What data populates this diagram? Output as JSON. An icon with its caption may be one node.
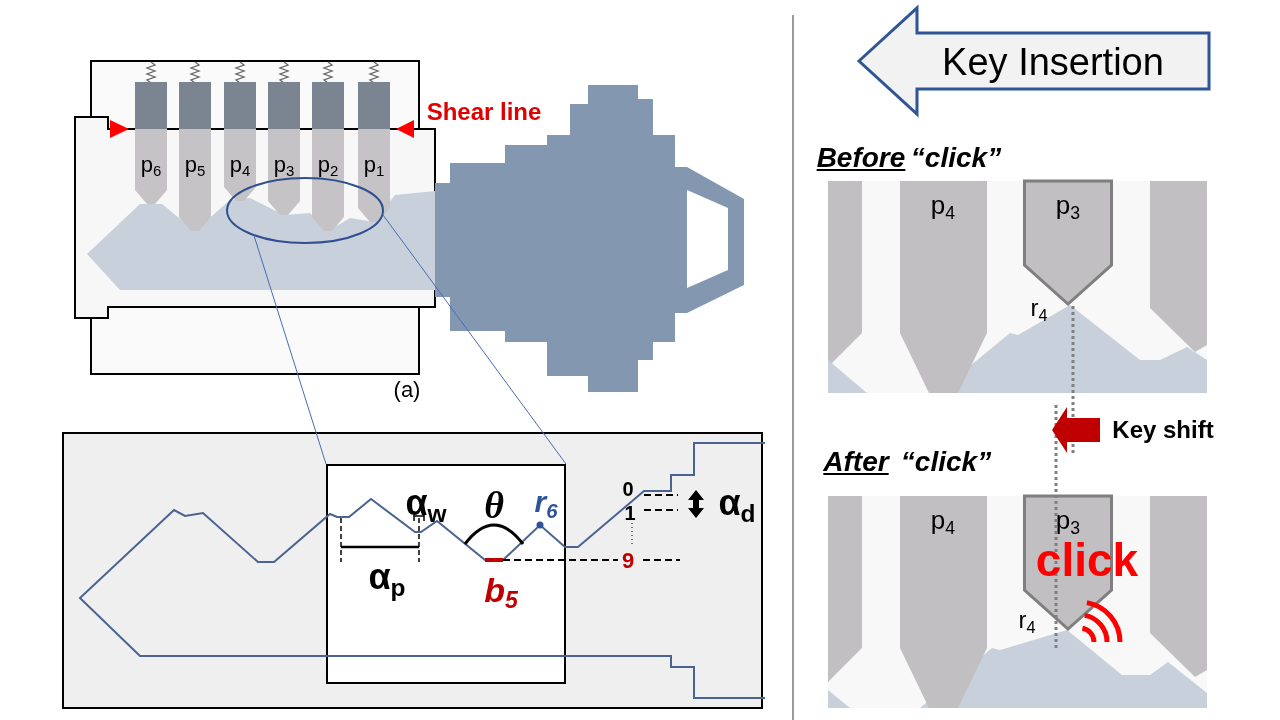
{
  "diagram": {
    "nodes": [
      {
        "text": [
          "p$_{6}$"
        ]
      },
      {
        "text": [
          "p$_{5}$"
        ]
      },
      {
        "text": [
          "p$_{4}$"
        ]
      },
      {
        "text": [
          "p$_{3}$"
        ]
      },
      {
        "text": [
          "p$_{2}$"
        ]
      },
      {
        "text": [
          "p$_{1}$"
        ]
      },
      {
        "text": [],
        "shape": "ellipse"
      },
      {
        "text": [],
        "shape": "box"
      },
      {
        "text": [
          "Key Insertion"
        ]
      },
      {
        "text": [
          "p$_{4}$"
        ]
      },
      {
        "text": [
          "p$_{3}$"
        ]
      },
      {
        "text": [
          "p$_{4}$"
        ]
      },
      {
        "text": [
          "p$_{3}$"
        ]
      }
    ],
    "edges": [
      {
        "from": 6,
        "to": 7,
        "arrow": "none"
      },
      {
        "from": 6,
        "to": 7,
        "arrow": "none"
      }
    ],
    "labels": [
      "Shear line",
      "(a)",
      "α$_{w}$",
      "θ",
      "r$_{6}$",
      "0",
      "1",
      "α$_{d}$",
      "α$_{p}$",
      "b$_{5}$",
      "9",
      "Before",
      "“click”",
      "r$_{4}$",
      "Key shift",
      "After",
      "“click”",
      "click",
      "r$_{4}$"
    ]
  }
}
